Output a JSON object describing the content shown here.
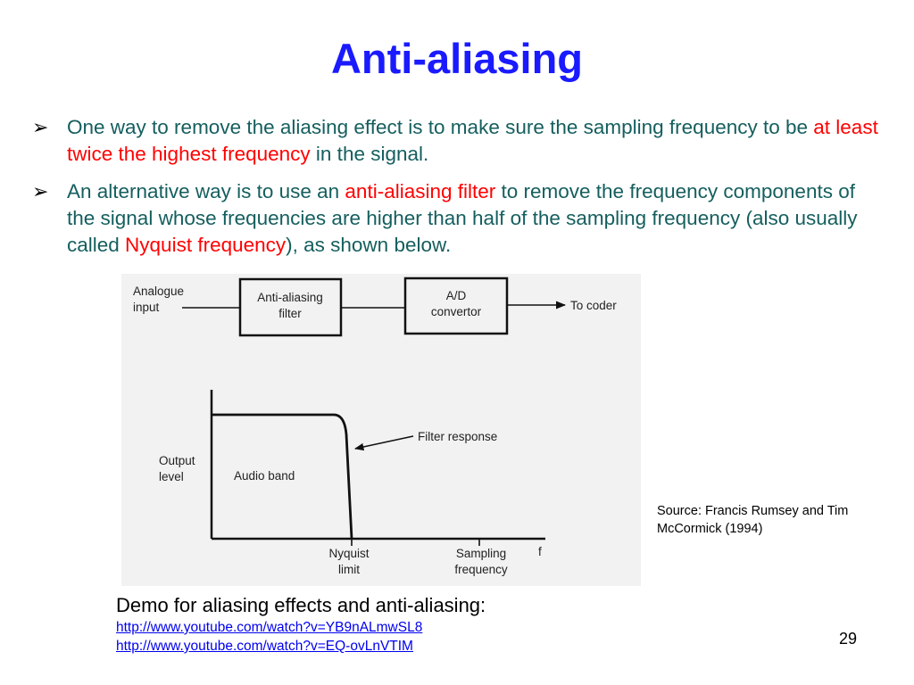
{
  "slide": {
    "title": "Anti-aliasing",
    "page_number": "29"
  },
  "bullets": [
    {
      "text_1": "One way to remove the aliasing effect is to make sure the sampling frequency to be ",
      "highlight": "at least twice the highest frequency",
      "text_2": " in the signal."
    },
    {
      "text_1": "An alternative way is to use an ",
      "highlight_1": "anti-aliasing filter",
      "text_2": " to remove the frequency components of the signal whose frequencies are higher than half of the sampling frequency (also usually called ",
      "highlight_2": "Nyquist frequency",
      "text_3": "), as shown below."
    }
  ],
  "figure": {
    "block_diagram": {
      "input_label_1": "Analogue",
      "input_label_2": "input",
      "filter_label_1": "Anti-aliasing",
      "filter_label_2": "filter",
      "adc_label_1": "A/D",
      "adc_label_2": "convertor",
      "output_label": "To coder"
    },
    "response_graph": {
      "ylabel_1": "Output",
      "ylabel_2": "level",
      "region_label": "Audio band",
      "curve_label": "Filter response",
      "tick_1_line_1": "Nyquist",
      "tick_1_line_2": "limit",
      "tick_2_line_1": "Sampling",
      "tick_2_line_2": "frequency",
      "xlabel": "f"
    }
  },
  "source_note": "Source: Francis Rumsey and Tim McCormick (1994)",
  "demo": {
    "title": "Demo for aliasing effects and anti-aliasing:",
    "links": [
      "http://www.youtube.com/watch?v=YB9nALmwSL8",
      "http://www.youtube.com/watch?v=EQ-ovLnVTIM"
    ]
  },
  "colors": {
    "title": "#1a1aff",
    "body_text": "#155e5e",
    "highlight": "#ff0000",
    "link": "#0000ee"
  }
}
